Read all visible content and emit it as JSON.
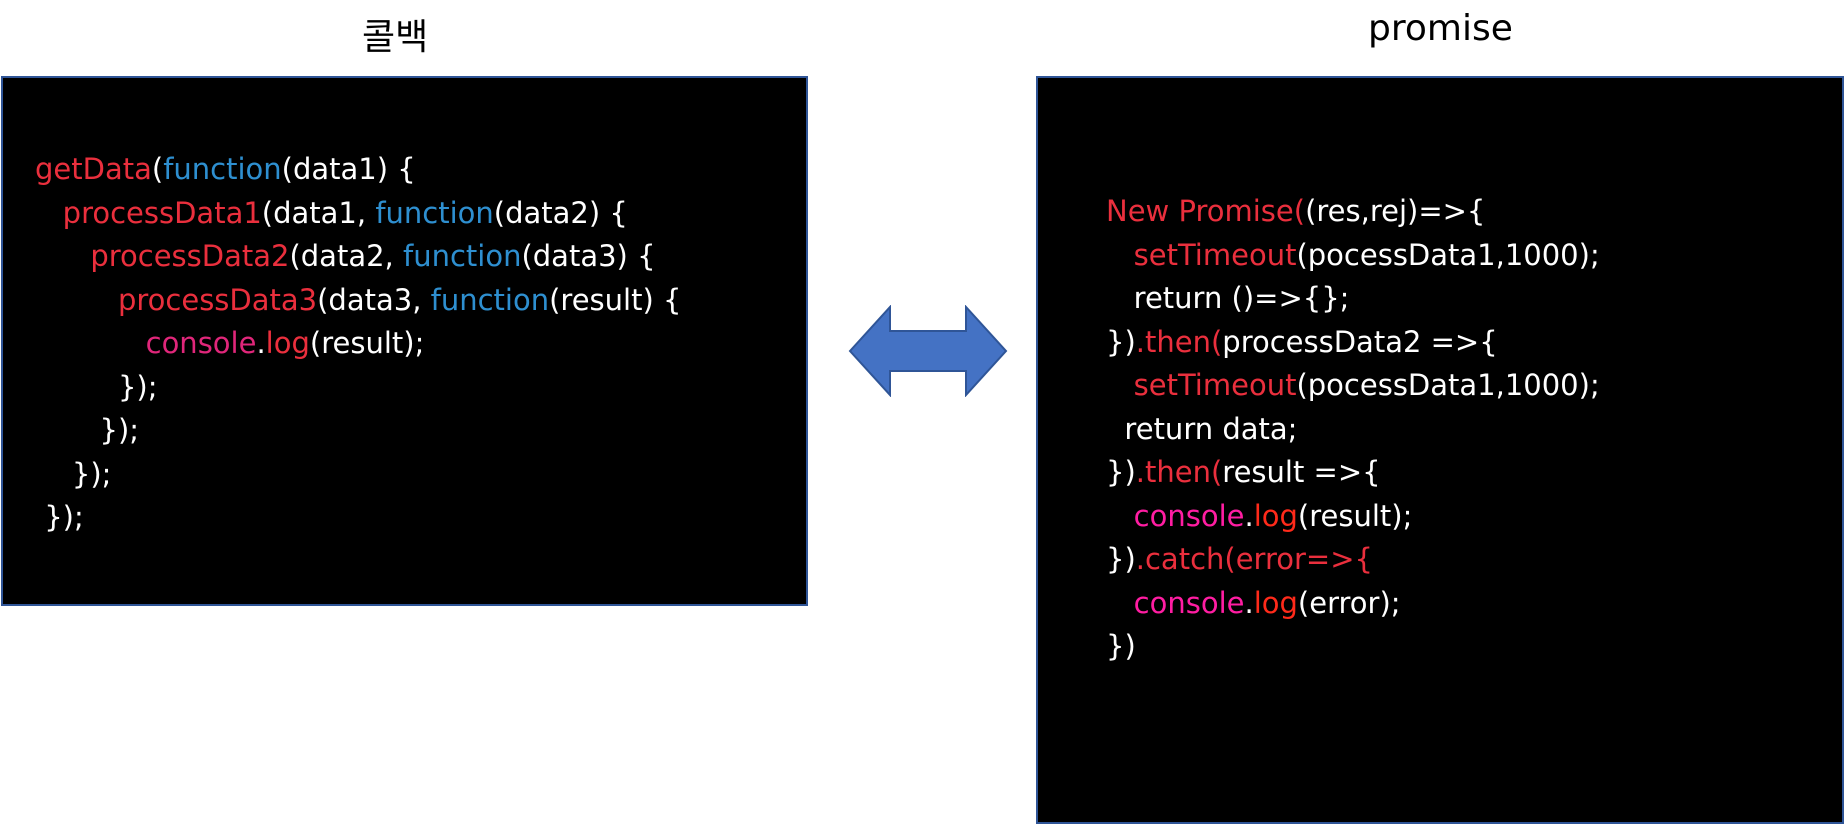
{
  "titles": {
    "left": "콜백",
    "right": "promise"
  },
  "colors": {
    "panel_background": "#000000",
    "panel_border": "#2f5597",
    "arrow_fill": "#4472c4",
    "arrow_stroke": "#2f5597",
    "token_red": "#ea2f3d",
    "token_blue": "#2e8fd0",
    "token_pink": "#e0267a",
    "token_magenta": "#ff1da2",
    "token_scarlet": "#ff2a1a",
    "token_white": "#ffffff"
  },
  "icons": {
    "arrow": "double-headed-arrow-icon"
  },
  "callback_code": [
    [
      {
        "t": "getData",
        "c": "red"
      },
      {
        "t": "(",
        "c": "white"
      },
      {
        "t": "function",
        "c": "blue"
      },
      {
        "t": "(data1) {",
        "c": "white"
      }
    ],
    [
      {
        "t": "   ",
        "c": "white"
      },
      {
        "t": "processData1",
        "c": "red"
      },
      {
        "t": "(data1, ",
        "c": "white"
      },
      {
        "t": "function",
        "c": "blue"
      },
      {
        "t": "(data2) {",
        "c": "white"
      }
    ],
    [
      {
        "t": "      ",
        "c": "white"
      },
      {
        "t": "processData2",
        "c": "red"
      },
      {
        "t": "(data2, ",
        "c": "white"
      },
      {
        "t": "function",
        "c": "blue"
      },
      {
        "t": "(data3) {",
        "c": "white"
      }
    ],
    [
      {
        "t": "         ",
        "c": "white"
      },
      {
        "t": "processData3",
        "c": "red"
      },
      {
        "t": "(data3, ",
        "c": "white"
      },
      {
        "t": "function",
        "c": "blue"
      },
      {
        "t": "(result) {",
        "c": "white"
      }
    ],
    [
      {
        "t": "            ",
        "c": "white"
      },
      {
        "t": "console",
        "c": "pink"
      },
      {
        "t": ".",
        "c": "white"
      },
      {
        "t": "log",
        "c": "red"
      },
      {
        "t": "(result);",
        "c": "white"
      }
    ],
    [
      {
        "t": "         });",
        "c": "white"
      }
    ],
    [
      {
        "t": "       });",
        "c": "white"
      }
    ],
    [
      {
        "t": "    });",
        "c": "white"
      }
    ],
    [
      {
        "t": " });",
        "c": "white"
      }
    ]
  ],
  "promise_code": [
    [
      {
        "t": "New Promise(",
        "c": "red"
      },
      {
        "t": "(res,rej)=>{",
        "c": "white"
      }
    ],
    [
      {
        "t": "   ",
        "c": "white"
      },
      {
        "t": "setTimeout",
        "c": "red"
      },
      {
        "t": "(pocessData1,1000);",
        "c": "white"
      }
    ],
    [
      {
        "t": "   return ()=>{};",
        "c": "white"
      }
    ],
    [
      {
        "t": "})",
        "c": "white"
      },
      {
        "t": ".then(",
        "c": "red"
      },
      {
        "t": "processData2 =>{",
        "c": "white"
      }
    ],
    [
      {
        "t": "   ",
        "c": "white"
      },
      {
        "t": "setTimeout",
        "c": "red"
      },
      {
        "t": "(pocessData1,1000);",
        "c": "white"
      }
    ],
    [
      {
        "t": "  return data;",
        "c": "white"
      }
    ],
    [
      {
        "t": "})",
        "c": "white"
      },
      {
        "t": ".then(",
        "c": "red"
      },
      {
        "t": "result =>{",
        "c": "white"
      }
    ],
    [
      {
        "t": "   ",
        "c": "white"
      },
      {
        "t": "console",
        "c": "magenta"
      },
      {
        "t": ".",
        "c": "white"
      },
      {
        "t": "log",
        "c": "scarlet"
      },
      {
        "t": "(result);",
        "c": "white"
      }
    ],
    [
      {
        "t": "})",
        "c": "white"
      },
      {
        "t": ".catch(error=>{",
        "c": "red"
      }
    ],
    [
      {
        "t": "   ",
        "c": "white"
      },
      {
        "t": "console",
        "c": "magenta"
      },
      {
        "t": ".",
        "c": "white"
      },
      {
        "t": "log",
        "c": "scarlet"
      },
      {
        "t": "(error);",
        "c": "white"
      }
    ],
    [
      {
        "t": "})",
        "c": "white"
      }
    ]
  ]
}
